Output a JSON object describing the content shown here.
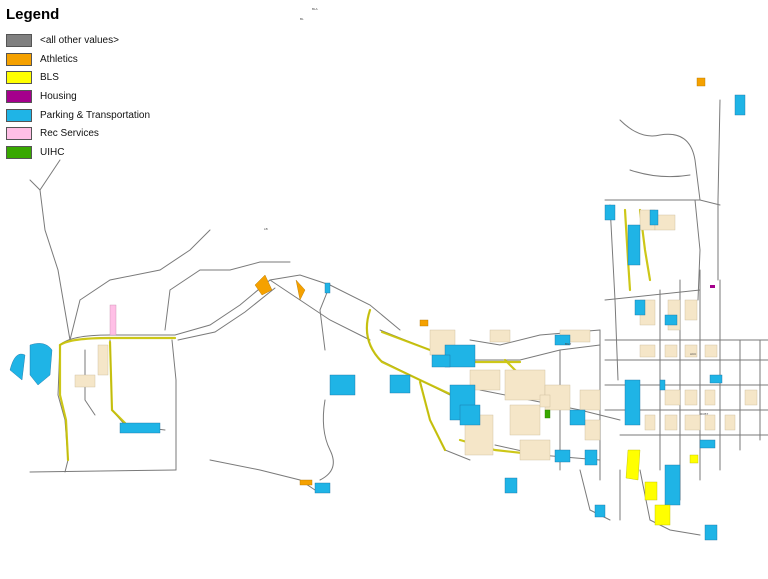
{
  "legend": {
    "title": "Legend",
    "items": [
      {
        "label": "<all other values>",
        "color": "#808080"
      },
      {
        "label": "Athletics",
        "color": "#f5a100"
      },
      {
        "label": "BLS",
        "color": "#ffff00"
      },
      {
        "label": "Housing",
        "color": "#a5008c"
      },
      {
        "label": "Parking & Transportation",
        "color": "#1fb4e6"
      },
      {
        "label": "Rec Services",
        "color": "#ffbfe6"
      },
      {
        "label": "UIHC",
        "color": "#38a800"
      }
    ]
  },
  "map": {
    "road_color": "#6e6e6e",
    "road_fill_color": "#f2e84a",
    "building_color": "#f5e6c8"
  }
}
